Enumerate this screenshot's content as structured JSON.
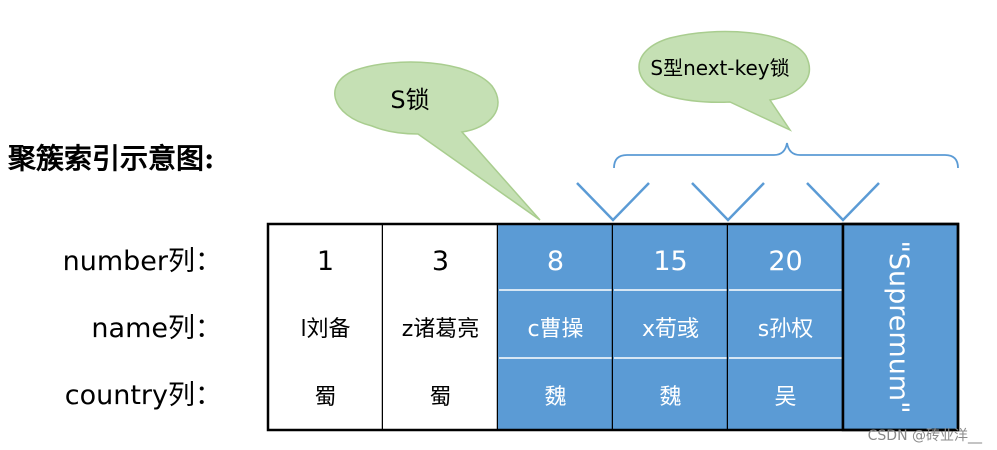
{
  "diagram": {
    "title": "聚簇索引示意图:",
    "row_labels": [
      "number列：",
      "name列：",
      "country列："
    ],
    "columns": [
      {
        "number": "1",
        "name": "l刘备",
        "country": "蜀",
        "locked": false
      },
      {
        "number": "3",
        "name": "z诸葛亮",
        "country": "蜀",
        "locked": false
      },
      {
        "number": "8",
        "name": "c曹操",
        "country": "魏",
        "locked": true
      },
      {
        "number": "15",
        "name": "x荀彧",
        "country": "魏",
        "locked": true
      },
      {
        "number": "20",
        "name": "s孙权",
        "country": "吴",
        "locked": true
      }
    ],
    "supremum_label": "\"Supremum\"",
    "callout_s_lock": "S锁",
    "callout_next_key": "S型next-key锁",
    "watermark": "CSDN @砖业洋__",
    "colors": {
      "locked_fill": "#5b9bd5",
      "unlocked_fill": "#ffffff",
      "callout_fill": "#c5e0b4",
      "callout_stroke": "#a9cd8f",
      "bracket": "#5b9bd5",
      "border": "#000000",
      "cell_divider": "#ffffff"
    }
  }
}
